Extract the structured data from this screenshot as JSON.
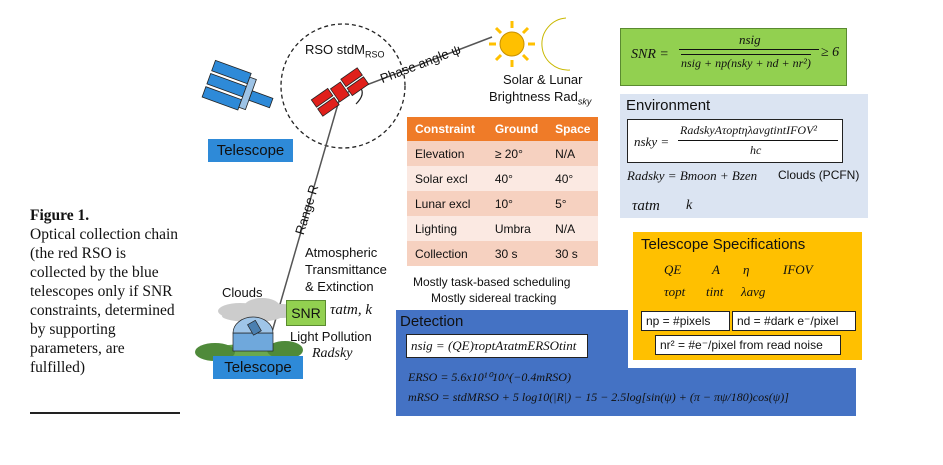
{
  "caption": {
    "title": "Figure 1.",
    "text": "Optical collection chain (the red RSO is collected by the blue telescopes only if SNR constraints, determined by supporting parameters, are fulfilled)"
  },
  "labels": {
    "rso": "RSO stdM",
    "rso_sub": "RSO",
    "phase": "Phase angle ψ",
    "solar_lunar": "Solar & Lunar",
    "brightness": "Brightness Rad",
    "brightness_sub": "sky",
    "telescope_top": "Telescope",
    "telescope_bottom": "Telescope",
    "range": "Range R",
    "atmos1": "Atmospheric",
    "atmos2": "Transmittance",
    "atmos3": "& Extinction",
    "clouds": "Clouds",
    "snr_small": "SNR",
    "tau_k": "τatm, k",
    "light_pollution": "Light Pollution",
    "rad_sky": "Radsky",
    "sched1": "Mostly task-based scheduling",
    "sched2": "Mostly sidereal tracking"
  },
  "table": {
    "headers": [
      "Constraint",
      "Ground",
      "Space"
    ],
    "rows": [
      [
        "Elevation",
        "≥ 20°",
        "N/A"
      ],
      [
        "Solar excl",
        "40°",
        "40°"
      ],
      [
        "Lunar excl",
        "10°",
        "5°"
      ],
      [
        "Lighting",
        "Umbra",
        "N/A"
      ],
      [
        "Collection",
        "30 s",
        "30 s"
      ]
    ]
  },
  "snr_eq": {
    "lhs": "SNR =",
    "num": "nsig",
    "den": "nsig + np(nsky + nd + nr²)",
    "rhs": "≥ 6"
  },
  "environment": {
    "title": "Environment",
    "eq_lhs": "nsky =",
    "eq_num": "RadskyAτoptηλavgtintIFOV²",
    "eq_den": "hc",
    "rad_eq": "Radsky = Bmoon + Bzen",
    "clouds": "Clouds (PCFN)",
    "tau": "τatm",
    "k": "k"
  },
  "telescope_spec": {
    "title": "Telescope Specifications",
    "params_row1": [
      "QE",
      "A",
      "η",
      "IFOV"
    ],
    "params_row2": [
      "τopt",
      "tint",
      "λavg"
    ],
    "np": "np = #pixels",
    "nd": "nd = #dark e⁻/pixel",
    "nr": "nr² = #e⁻/pixel from read noise"
  },
  "detection": {
    "title": "Detection",
    "nsig": "nsig = (QE)τoptAτatmERSOtint",
    "erso": "ERSO = 5.6x10¹⁰10^(−0.4mRSO)",
    "mrso": "mRSO = stdMRSO + 5 log10(|R|) − 15 − 2.5log[sin(ψ) + (π − πψ/180)cos(ψ)]"
  },
  "colors": {
    "telescope_blue": "#2e8ad8",
    "rso_red": "#e0201b",
    "snr_green": "#92d050",
    "env_blue": "#dbe4f2",
    "spec_orange": "#ffc000",
    "detect_blue": "#4472c4",
    "table_header": "#ef7b28"
  }
}
